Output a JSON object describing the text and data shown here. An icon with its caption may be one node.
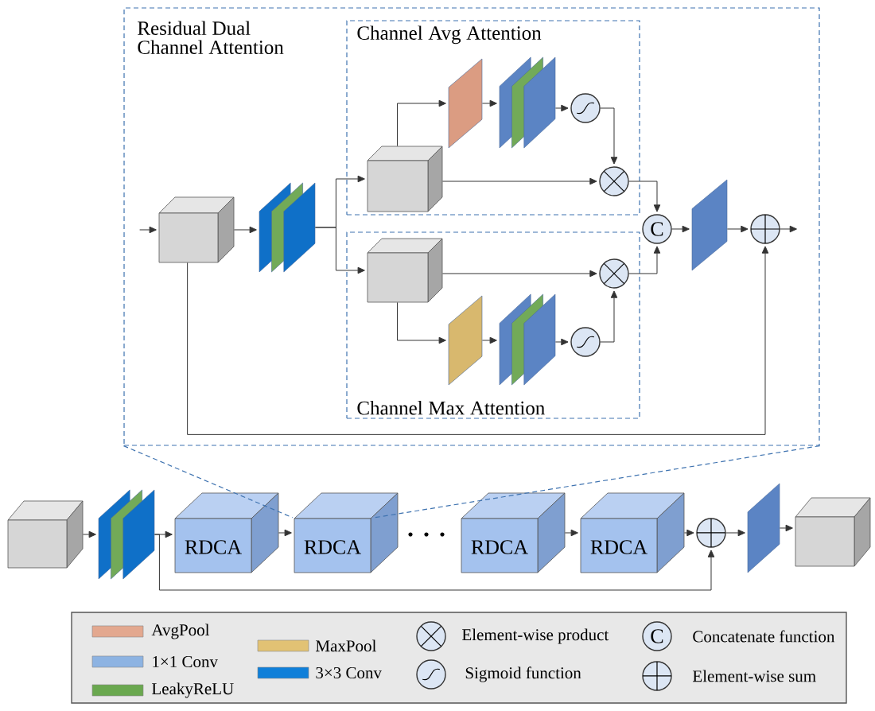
{
  "diagram": {
    "nodes": [
      {
        "text": [
          "Residual Dual Channel Attention"
        ]
      },
      {
        "text": [
          "Channel Avg Attention"
        ],
        "in": 0
      },
      {
        "text": [
          "Channel Max Attention"
        ],
        "in": 0
      },
      {
        "text": [],
        "shape": "cube",
        "in": 0
      },
      {
        "text": [],
        "shape": "stack",
        "in": 0
      },
      {
        "text": [],
        "shape": "cube",
        "in": 1
      },
      {
        "text": [],
        "shape": "slab",
        "in": 1
      },
      {
        "text": [],
        "shape": "stack",
        "in": 1
      },
      {
        "text": [],
        "shape": "circle",
        "in": 1
      },
      {
        "text": [],
        "shape": "circle",
        "in": 1
      },
      {
        "text": [],
        "shape": "cube",
        "in": 2
      },
      {
        "text": [],
        "shape": "slab",
        "in": 2
      },
      {
        "text": [],
        "shape": "stack",
        "in": 2
      },
      {
        "text": [],
        "shape": "circle",
        "in": 2
      },
      {
        "text": [],
        "shape": "circle",
        "in": 2
      },
      {
        "text": [
          "C"
        ],
        "in": 0
      },
      {
        "text": [],
        "shape": "slab",
        "in": 0
      },
      {
        "text": [],
        "shape": "circle",
        "in": 0
      },
      {
        "text": [],
        "shape": "cube"
      },
      {
        "text": [],
        "shape": "stack"
      },
      {
        "text": [
          "RDCA"
        ]
      },
      {
        "text": [
          "RDCA"
        ]
      },
      {
        "text": [
          "RDCA"
        ]
      },
      {
        "text": [
          "RDCA"
        ]
      },
      {
        "text": [],
        "shape": "circle"
      },
      {
        "text": [],
        "shape": "slab"
      },
      {
        "text": [],
        "shape": "cube"
      }
    ],
    "edges": [
      {
        "from": null,
        "to": 3,
        "arrow": "to"
      },
      {
        "from": 3,
        "to": 4,
        "arrow": "to"
      },
      {
        "from": 4,
        "to": 5,
        "arrow": "to"
      },
      {
        "from": 4,
        "to": 10,
        "arrow": "to"
      },
      {
        "from": 5,
        "to": 6,
        "arrow": "to"
      },
      {
        "from": 6,
        "to": 7,
        "arrow": "to"
      },
      {
        "from": 7,
        "to": 8,
        "arrow": "to"
      },
      {
        "from": 8,
        "to": 9,
        "arrow": "to"
      },
      {
        "from": 5,
        "to": 9,
        "arrow": "to"
      },
      {
        "from": 9,
        "to": 15,
        "arrow": "to"
      },
      {
        "from": 10,
        "to": 14,
        "arrow": "to"
      },
      {
        "from": 10,
        "to": 11,
        "arrow": "to"
      },
      {
        "from": 11,
        "to": 12,
        "arrow": "to"
      },
      {
        "from": 12,
        "to": 13,
        "arrow": "to"
      },
      {
        "from": 13,
        "to": 14,
        "arrow": "to"
      },
      {
        "from": 14,
        "to": 15,
        "arrow": "to"
      },
      {
        "from": 15,
        "to": 16,
        "arrow": "to"
      },
      {
        "from": 16,
        "to": 17,
        "arrow": "to"
      },
      {
        "from": 17,
        "to": null,
        "arrow": "to"
      },
      {
        "from": 3,
        "to": 17,
        "arrow": "to"
      },
      {
        "from": 18,
        "to": 19,
        "arrow": "to"
      },
      {
        "from": 19,
        "to": 20,
        "arrow": "to"
      },
      {
        "from": 20,
        "to": 21,
        "arrow": "to"
      },
      {
        "from": 22,
        "to": 23,
        "arrow": "to"
      },
      {
        "from": 23,
        "to": 24,
        "arrow": "to"
      },
      {
        "from": 24,
        "to": 25,
        "arrow": "to"
      },
      {
        "from": 25,
        "to": 26,
        "arrow": "to"
      },
      {
        "from": 19,
        "to": 24,
        "arrow": "to"
      },
      {
        "from": 0,
        "to": 21,
        "arrow": "none",
        "style": "dashed",
        "color": "#3f73b0"
      },
      {
        "from": 0,
        "to": 21,
        "arrow": "none",
        "style": "dashed",
        "color": "#3f73b0"
      }
    ],
    "labels": [
      "C"
    ],
    "legend": [
      {
        "text": "AvgPool",
        "color": "#e3a88f"
      },
      {
        "text": "1×1 Conv",
        "color": "#8db3e2"
      },
      {
        "text": "LeakyReLU",
        "color": "#6aa84f"
      },
      {
        "text": "MaxPool",
        "color": "#e2c274"
      },
      {
        "text": "3×3 Conv",
        "color": "#0f7fd9"
      },
      {
        "text": "Element-wise product"
      },
      {
        "text": "Sigmoid function"
      },
      {
        "text": "Concatenate function"
      },
      {
        "text": "Element-wise sum"
      }
    ]
  }
}
